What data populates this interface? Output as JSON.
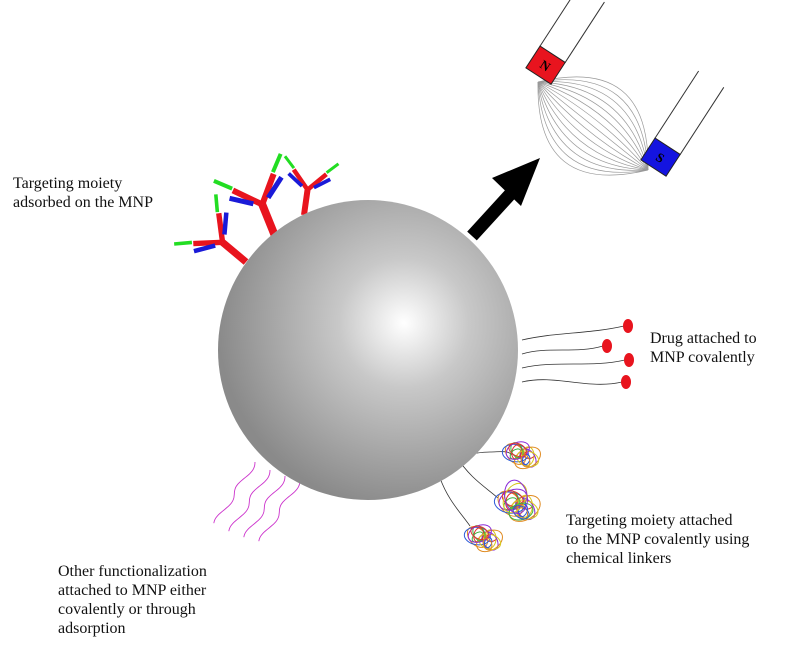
{
  "labels": {
    "adsorbed": "Targeting moiety\nadsorbed on the MNP",
    "drug": "Drug attached to\nMNP covalently",
    "linker": "Targeting moiety attached\nto the MNP covalently using\nchemical linkers",
    "other": "Other functionalization\nattached to MNP either\ncovalently or through\nadsorption"
  },
  "magnet": {
    "north_letter": "N",
    "south_letter": "S",
    "north_color": "#e8141e",
    "south_color": "#1414e0"
  },
  "colors": {
    "antibody_heavy": "#e8141e",
    "antibody_light": "#1a1ad8",
    "antibody_tip": "#22dd22",
    "drug": "#e8141e",
    "other_chain": "#cc33cc",
    "arrow": "#000000"
  }
}
